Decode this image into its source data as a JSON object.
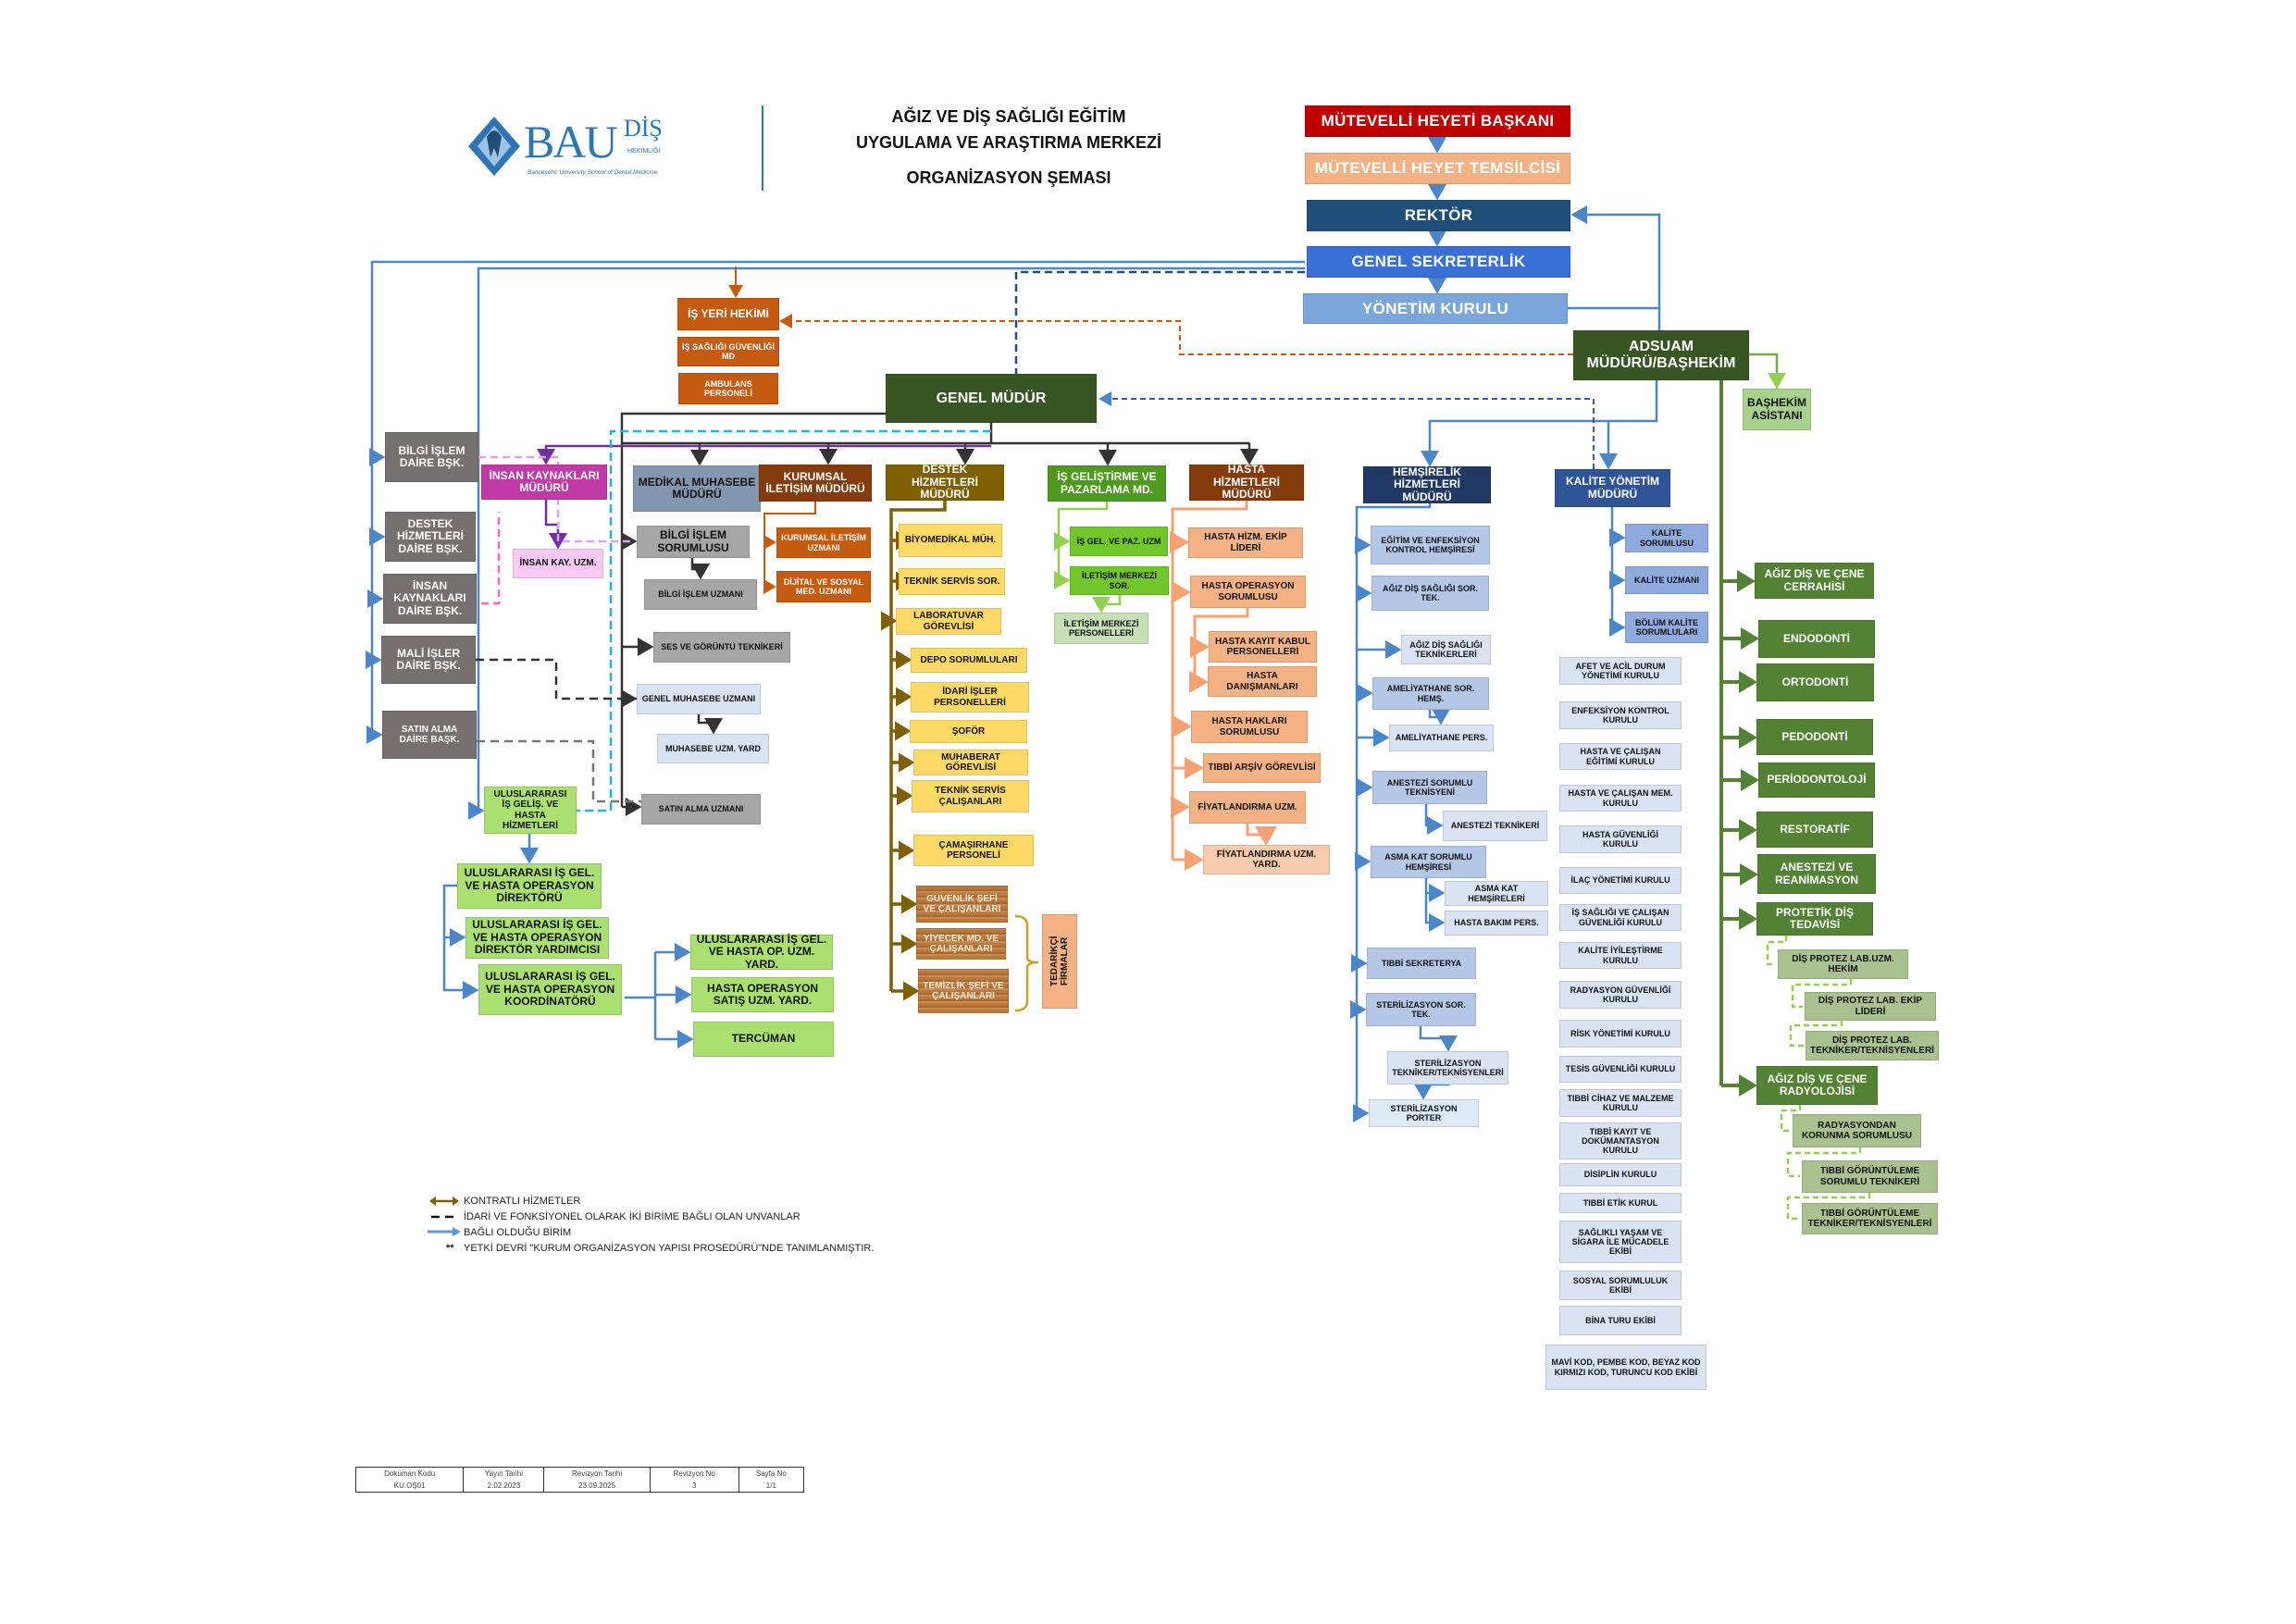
{
  "logo": {
    "brand": "BAU",
    "brand_sub": "DİŞ",
    "brand_sub2": "HEKİMLİĞİ",
    "tagline": "Bahçeşehir University School of Dental Medicine"
  },
  "header": {
    "title_lines": [
      "AĞIZ VE DİŞ SAĞLIĞI EĞİTİM",
      "UYGULAMA VE ARAŞTIRMA MERKEZİ",
      "ORGANİZASYON ŞEMASI"
    ]
  },
  "nodes": {
    "mhb": "MÜTEVELLİ HEYETİ BAŞKANI",
    "mht": "MÜTEVELLİ HEYET TEMSİLCİSİ",
    "rektor": "REKTÖR",
    "gensek": "GENEL SEKRETERLİK",
    "yk": "YÖNETİM KURULU",
    "adsuam": "ADSUAM MÜDÜRÜ/BAŞHEKİM",
    "bhasist": "BAŞHEKİM ASİSTANI",
    "genmudur": "GENEL MÜDÜR",
    "bidb": "BİLGİ İŞLEM DAİRE BŞK.",
    "dhdb": "DESTEK HİZMETLERİ DAİRE BŞK.",
    "ikdb": "İNSAN KAYNAKLARI DAİRE BŞK.",
    "midb": "MALİ İŞLER DAİRE BŞK.",
    "sadb": "SATIN ALMA DAİRE BAŞK.",
    "ikm": "İNSAN KAYNAKLARI MÜDÜRÜ",
    "ikuzm": "İNSAN KAY. UZM.",
    "medmuh": "MEDİKAL MUHASEBE MÜDÜRÜ",
    "bisor": "BİLGİ İŞLEM SORUMLUSU",
    "biuzm": "BİLGİ İŞLEM UZMANI",
    "ses": "SES VE GÖRÜNTÜ TEKNİKERİ",
    "genmuh": "GENEL MUHASEBE UZMANI",
    "muhyard": "MUHASEBE  UZM. YARD",
    "saluzm": "SATIN ALMA UZMANI",
    "uihiz": "ULUSLARARASI İŞ GELİŞ. VE HASTA HİZMETLERİ",
    "uidir": "ULUSLARARASI İŞ GEL. VE HASTA OPERASYON DİREKTÖRÜ",
    "uidiryard": "ULUSLARARASI İŞ GEL. VE HASTA OPERASYON DİREKTÖR YARDIMCISI",
    "uikoor": "ULUSLARARASI İŞ GEL. VE HASTA OPERASYON KOORDİNATÖRÜ",
    "uiuzmyard": "ULUSLARARASI İŞ GEL. VE HASTA OP. UZM. YARD.",
    "hossatis": "HASTA OPERASYON SATIŞ UZM. YARD.",
    "tercuman": "TERCÜMAN",
    "isyeri": "İŞ YERİ HEKİMİ",
    "isg": "İŞ SAĞLIĞI GÜVENLİĞİ MD",
    "ambulans": "AMBULANS PERSONELİ",
    "kim": "KURUMSAL İLETİŞİM MÜDÜRÜ",
    "kiuzm": "KURUMSAL İLETİŞİM UZMANI",
    "dijital": "DİJİTAL VE SOSYAL MED. UZMANI",
    "dhm": "DESTEK HİZMETLERİ MÜDÜRÜ",
    "biyomed": "BİYOMEDİKAL MÜH.",
    "teksor": "TEKNİK SERVİS SOR.",
    "lab": "LABORATUVAR GÖREVLİSİ",
    "depo": "DEPO SORUMLULARI",
    "idari": "İDARİ İŞLER PERSONELLERİ",
    "sofor": "ŞOFÖR",
    "muhaberat": "MUHABERAT GÖREVLİSİ",
    "tekcal": "TEKNİK SERVİS ÇALIŞANLARI",
    "camasir": "ÇAMAŞIRHANE PERSONELİ",
    "guvenlik": "GÜVENLİK ŞEFİ VE ÇALIŞANLARI",
    "yiyecek": "YİYECEK MD. VE ÇALIŞANLARI",
    "temizlik": "TEMİZLİK ŞEFİ VE ÇALIŞANLARI",
    "tedarikci": "TEDARİKÇİ FİRMALAR",
    "igpm": "İŞ GELİŞTİRME VE PAZARLAMA MD.",
    "igpuzm": "İŞ GEL. VE PAZ. UZM",
    "imsor": "İLETİŞİM MERKEZİ SOR.",
    "impers": "İLETİŞİM MERKEZİ PERSONELLERİ",
    "hhm": "HASTA HİZMETLERİ MÜDÜRÜ",
    "hhekip": "HASTA HİZM. EKİP LİDERİ",
    "hossor": "HASTA OPERASYON SORUMLUSU",
    "kayit": "HASTA KAYIT KABUL PERSONELLERİ",
    "danisman": "HASTA DANIŞMANLARI",
    "haklar": "HASTA HAKLARI SORUMLUSU",
    "arsiv": "TIBBİ ARŞİV GÖREVLİSİ",
    "fiyat": "FİYATLANDIRMA UZM.",
    "fiyatyard": "FİYATLANDIRMA UZM. YARD.",
    "hem": "HEMŞİRELİK HİZMETLERİ MÜDÜRÜ",
    "egitim": "EĞİTİM VE ENFEKSİYON KONTROL HEMŞİRESİ",
    "adssor": "AĞIZ DİŞ SAĞLIĞI SOR. TEK.",
    "adstek": "AĞIZ DİŞ SAĞLIĞI TEKNİKERLERİ",
    "amsor": "AMELİYATHANE SOR. HEMŞ.",
    "ampers": "AMELİYATHANE PERS.",
    "anessor": "ANESTEZİ SORUMLU TEKNİSYENİ",
    "anestek": "ANESTEZİ TEKNİKERİ",
    "asmasor": "ASMA KAT SORUMLU HEMŞİRESİ",
    "asmahem": "ASMA KAT HEMŞİRELERİ",
    "bakim": "HASTA BAKIM PERS.",
    "sekreterya": "TIBBİ SEKRETERYA",
    "sterisor": "STERİLİZASYON SOR. TEK.",
    "steritek": "STERİLİZASYON TEKNİKER/TEKNİSYENLERİ",
    "porter": "STERİLİZASYON PORTER",
    "kym": "KALİTE YÖNETİM MÜDÜRÜ",
    "kalsor": "KALİTE SORUMLUSU",
    "kaluzm": "KALİTE UZMANI",
    "bolkal": "BÖLÜM KALİTE SORUMLULARI",
    "cerrahi": "AĞIZ DİŞ VE ÇENE CERRAHİSİ",
    "endo": "ENDODONTİ",
    "orto": "ORTODONTİ",
    "pedo": "PEDODONTİ",
    "perio": "PERİODONTOLOJİ",
    "resto": "RESTORATİF",
    "anestezi": "ANESTEZİ VE REANİMASYON",
    "protetik": "PROTETİK DİŞ TEDAVİSİ",
    "labuzm": "DİŞ PROTEZ LAB.UZM. HEKİM",
    "labekip": "DİŞ PROTEZ LAB. EKİP LİDERİ",
    "labtek": "DİŞ PROTEZ LAB. TEKNİKER/TEKNİSYENLERİ",
    "radyoloji": "AĞIZ DİŞ VE ÇENE RADYOLOJİSİ",
    "radkor": "RADYASYONDAN KORUNMA SORUMLUSU",
    "tgsor": "TIBBİ GÖRÜNTÜLEME SORUMLU TEKNİKERİ",
    "tgtek": "TIBBİ GÖRÜNTÜLEME TEKNİKER/TEKNİSYENLERİ"
  },
  "committees": [
    "AFET VE ACİL DURUM YÖNETİMİ KURULU",
    "ENFEKSİYON KONTROL KURULU",
    "HASTA VE ÇALIŞAN EĞİTİMİ KURULU",
    "HASTA VE ÇALIŞAN MEM. KURULU",
    "HASTA GÜVENLİĞİ KURULU",
    "İLAÇ YÖNETİMİ KURULU",
    "İŞ SAĞLIĞI VE ÇALIŞAN GÜVENLİĞİ KURULU",
    "KALİTE İYİLEŞTİRME KURULU",
    "RADYASYON GÜVENLİĞİ KURULU",
    "RİSK YÖNETİMİ KURULU",
    "TESİS GÜVENLİĞİ KURULU",
    "TIBBİ CİHAZ VE MALZEME KURULU",
    "TIBBİ KAYIT VE DOKÜMANTASYON KURULU",
    "DİSİPLİN KURULU",
    "TIBBİ ETİK KURUL",
    "SAĞLIKLI YAŞAM VE SİGARA İLE MÜCADELE  EKİBİ",
    "SOSYAL SORUMLULUK EKİBİ",
    "BİNA TURU EKİBİ",
    "MAVİ KOD, PEMBE KOD, BEYAZ KOD KIRMIZI KOD, TURUNCU KOD EKİBİ"
  ],
  "legend": [
    {
      "icon": "double-arrow-icon",
      "label": "KONTRATLI HİZMETLER",
      "color": "#7f6000"
    },
    {
      "icon": "dashed-line-icon",
      "label": "İDARİ VE FONKSİYONEL OLARAK İKİ BİRİME BAĞLI OLAN UNVANLAR",
      "color": "#111111"
    },
    {
      "icon": "arrow-right-icon",
      "label": "BAĞLI OLDUĞU BİRİM",
      "color": "#5b9bd5"
    },
    {
      "icon": "asterisk-icon",
      "label": "YETKİ DEVRİ \"KURUM ORGANİZASYON YAPISI PROSEDÜRÜ\"NDE TANIMLANMIŞTIR.",
      "marker": "**"
    }
  ],
  "footer": {
    "headers": [
      "Doküman Kodu",
      "Yayın Tarihi",
      "Revizyon Tarihi",
      "Revizyon No",
      "Sayfa No"
    ],
    "values": [
      "KU.OŞ01",
      "2.02.2023",
      "23.09.2025",
      "3",
      "1/1"
    ]
  }
}
